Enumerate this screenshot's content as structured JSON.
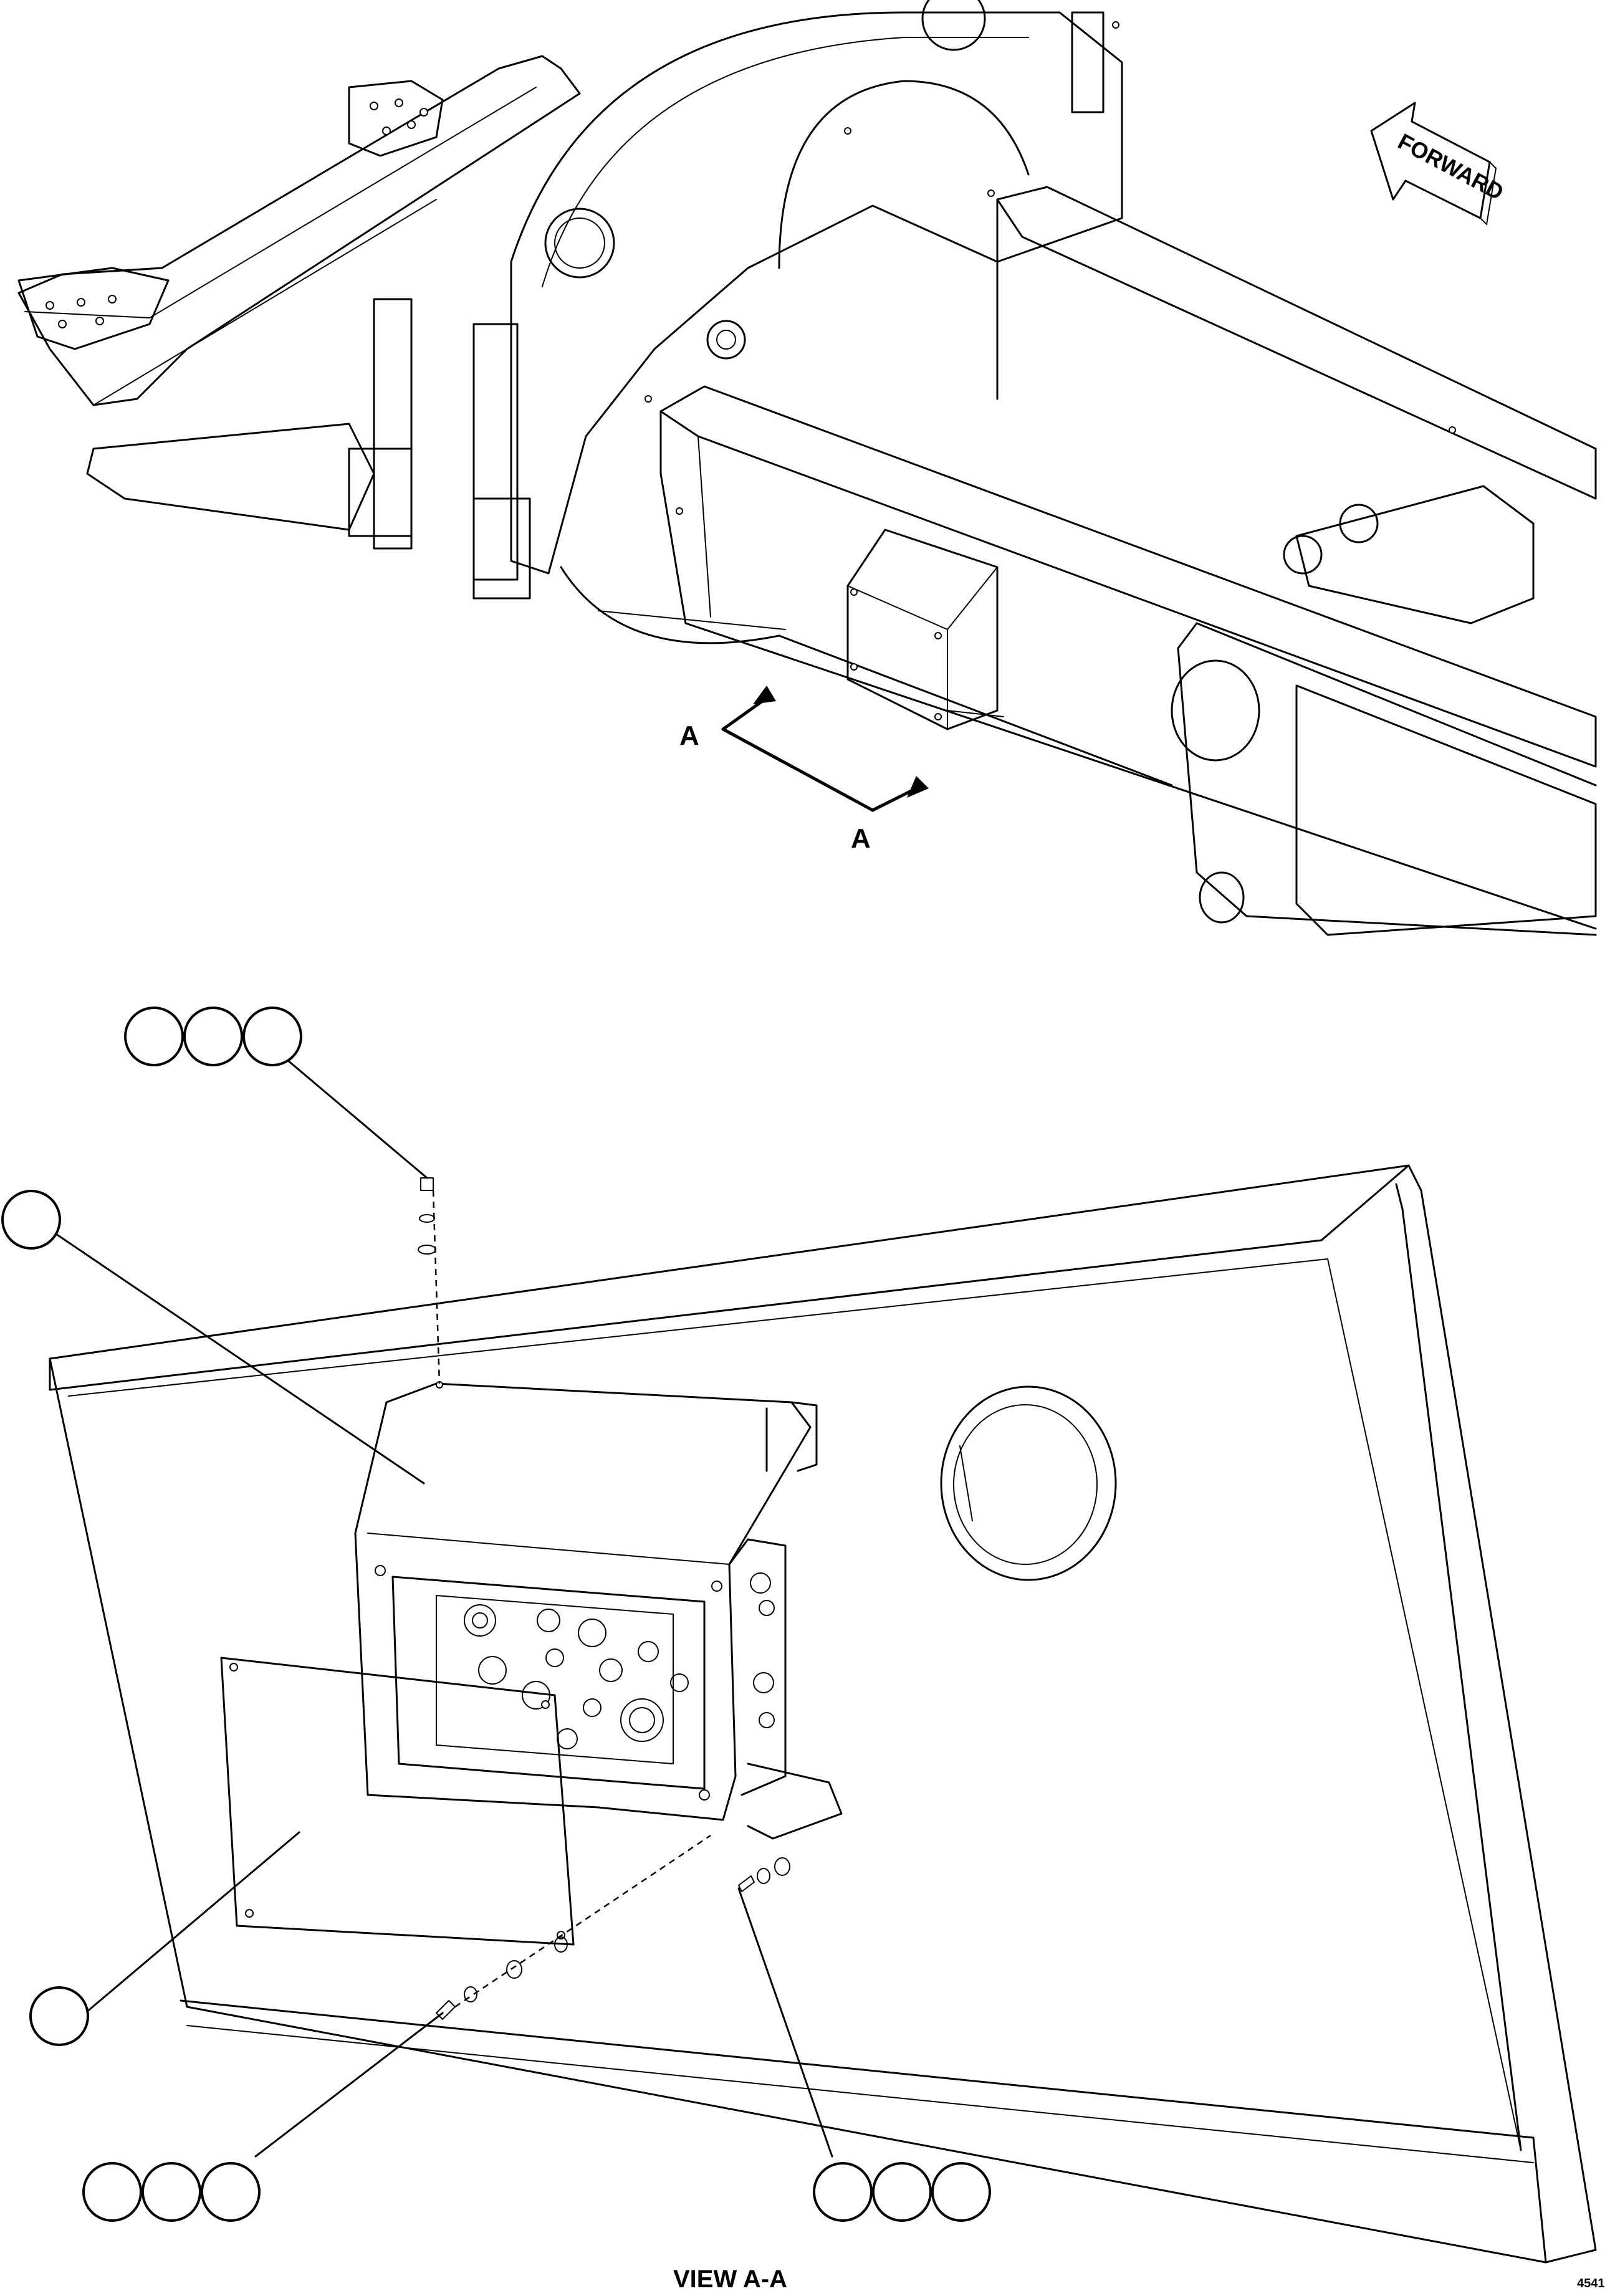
{
  "direction_arrow": {
    "label": "FORWARD"
  },
  "section_markers": [
    {
      "label": "A"
    },
    {
      "label": "A"
    }
  ],
  "view_label": "VIEW A-A",
  "sheet_code": "4541",
  "callouts": {
    "upper_fastener": {
      "balloons": 3
    },
    "cover_assembly": {
      "balloons": 1
    },
    "front_cover": {
      "balloons": 1
    },
    "lower_left_fastener": {
      "balloons": 3
    },
    "lower_right_fastener": {
      "balloons": 3
    }
  }
}
